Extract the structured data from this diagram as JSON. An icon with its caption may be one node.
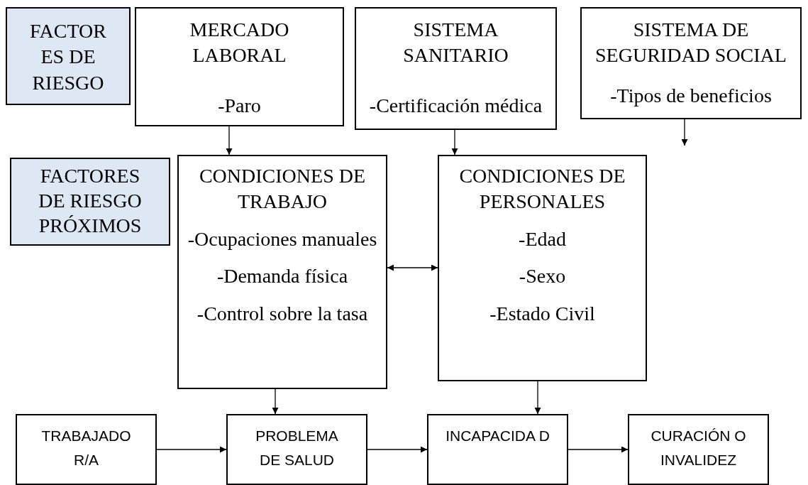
{
  "diagram": {
    "nodes": [
      {
        "text": [
          "FACTOR ES DE RIESGO"
        ]
      },
      {
        "text": [
          "MERCADO LABORAL",
          "-Paro"
        ]
      },
      {
        "text": [
          "SISTEMA SANITARIO",
          "-Certificación médica"
        ]
      },
      {
        "text": [
          "SISTEMA DE SEGURIDAD SOCIAL",
          "-Tipos de beneficios"
        ]
      },
      {
        "text": [
          "FACTORES DE RIESGO PRÓXIMOS"
        ]
      },
      {
        "text": [
          "CONDICIONES DE TRABAJO",
          "-Ocupaciones manuales",
          "-Demanda física",
          "-Control sobre la tasa"
        ]
      },
      {
        "text": [
          "CONDICIONES DE PERSONALES",
          "-Edad",
          "-Sexo",
          "-Estado Civil"
        ]
      },
      {
        "text": [
          "TRABAJADO R/A"
        ]
      },
      {
        "text": [
          "PROBLEMA DE SALUD"
        ]
      },
      {
        "text": [
          "INCAPACIDA D"
        ]
      },
      {
        "text": [
          "CURACIÓN O INVALIDEZ"
        ]
      }
    ],
    "edges": [
      {
        "from": 1,
        "to": 5,
        "arrow": "to"
      },
      {
        "from": 2,
        "to": 6,
        "arrow": "to"
      },
      {
        "from": 3,
        "to": null,
        "arrow": "to"
      },
      {
        "from": 5,
        "to": 6,
        "arrow": "both"
      },
      {
        "from": 5,
        "to": 8,
        "arrow": "to"
      },
      {
        "from": 6,
        "to": 9,
        "arrow": "to"
      },
      {
        "from": 7,
        "to": 8,
        "arrow": "to"
      },
      {
        "from": 8,
        "to": 9,
        "arrow": "to"
      },
      {
        "from": 9,
        "to": 10,
        "arrow": "to"
      }
    ]
  }
}
